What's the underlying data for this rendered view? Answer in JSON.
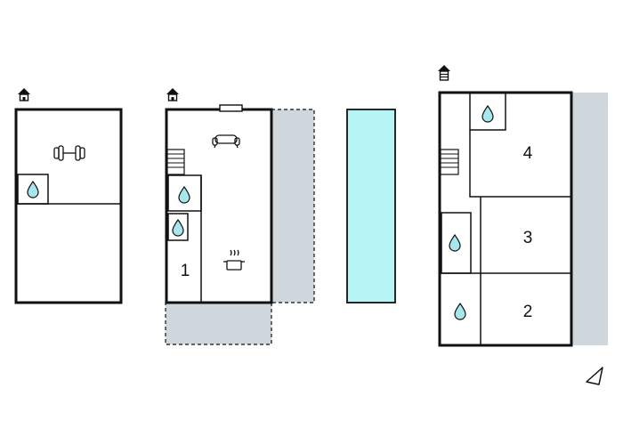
{
  "room_labels": {
    "room_1": "1",
    "room_2": "2",
    "room_3": "3",
    "room_4": "4"
  },
  "colors": {
    "walls": "#111111",
    "terrace": "#cfd6dc",
    "pool": "#b7f4f6",
    "water_drop": "#a8e6ee",
    "background": "#ffffff"
  },
  "symbols": [
    "house-icon",
    "dumbbell-icon",
    "water-drop-icon",
    "sofa-icon",
    "cooking-pot-icon",
    "stairs-icon",
    "window-icon",
    "compass-arrow-icon"
  ]
}
